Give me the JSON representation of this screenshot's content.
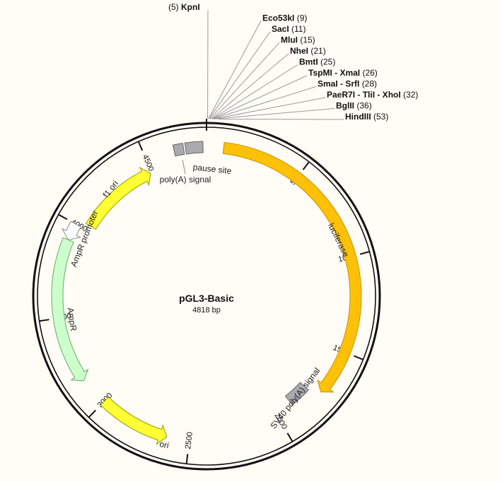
{
  "plasmid": {
    "name": "pGL3-Basic",
    "length_label": "4818 bp",
    "total_bp": 4818
  },
  "restriction_sites": [
    {
      "name": "KpnI",
      "position": "(5)",
      "bp": 5
    },
    {
      "name": "Eco53kI",
      "position": "(9)",
      "bp": 9
    },
    {
      "name": "SacI",
      "position": "(11)",
      "bp": 11
    },
    {
      "name": "MluI",
      "position": "(15)",
      "bp": 15
    },
    {
      "name": "NheI",
      "position": "(21)",
      "bp": 21
    },
    {
      "name": "BmtI",
      "position": "(25)",
      "bp": 25
    },
    {
      "name": "TspMI - XmaI",
      "position": "(26)",
      "bp": 26
    },
    {
      "name": "SmaI - SrfI",
      "position": "(28)",
      "bp": 28
    },
    {
      "name": "PaeR7I - TliI - XhoI",
      "position": "(32)",
      "bp": 32
    },
    {
      "name": "BglII",
      "position": "(36)",
      "bp": 36
    },
    {
      "name": "HindIII",
      "position": "(53)",
      "bp": 53
    }
  ],
  "features": [
    {
      "label": "luciferase",
      "start": 88,
      "end": 1740,
      "direction": "cw",
      "color": "#ffc107",
      "stroke": "#c79100"
    },
    {
      "label": "SV40 poly(A) signal",
      "start": 1775,
      "end": 1897,
      "direction": "none",
      "color": "#a8aaae",
      "stroke": "#666666"
    },
    {
      "label": "ori",
      "start": 2620,
      "end": 3000,
      "direction": "ccw",
      "color": "#ffff33",
      "stroke": "#999900"
    },
    {
      "label": "AmpR",
      "start": 3150,
      "end": 3910,
      "direction": "ccw",
      "color": "#ccffcc",
      "stroke": "#66aa66"
    },
    {
      "label": "AmpR promoter",
      "start": 3910,
      "end": 4000,
      "direction": "ccw",
      "color": "#ffffff",
      "stroke": "#888888"
    },
    {
      "label": "f1 ori",
      "start": 4030,
      "end": 4490,
      "direction": "cw",
      "color": "#ffff33",
      "stroke": "#999900"
    },
    {
      "label": "poly(A) signal",
      "start": 4650,
      "end": 4700,
      "direction": "none",
      "color": "#a8aaae",
      "stroke": "#666666"
    },
    {
      "label": "pause site",
      "start": 4710,
      "end": 4800,
      "direction": "none",
      "color": "#a8aaae",
      "stroke": "#666666"
    }
  ],
  "ticks": [
    "500",
    "1000",
    "1500",
    "2000",
    "2500",
    "3000",
    "3500",
    "4000",
    "4500"
  ],
  "tick_values": [
    500,
    1000,
    1500,
    2000,
    2500,
    3000,
    3500,
    4000,
    4500
  ]
}
